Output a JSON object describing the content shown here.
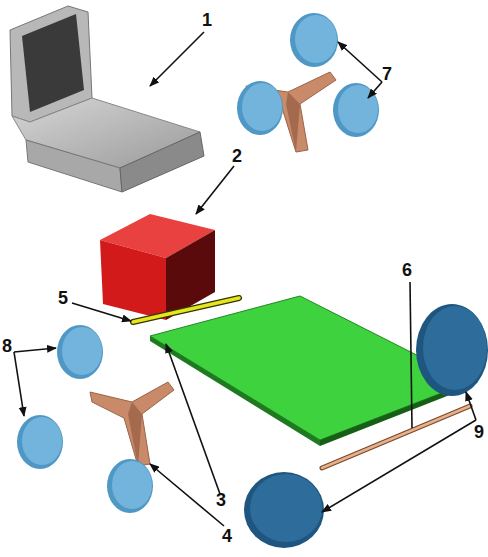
{
  "diagram": {
    "labels": [
      "1",
      "2",
      "7",
      "5",
      "6",
      "8",
      "3",
      "9",
      "4"
    ]
  }
}
